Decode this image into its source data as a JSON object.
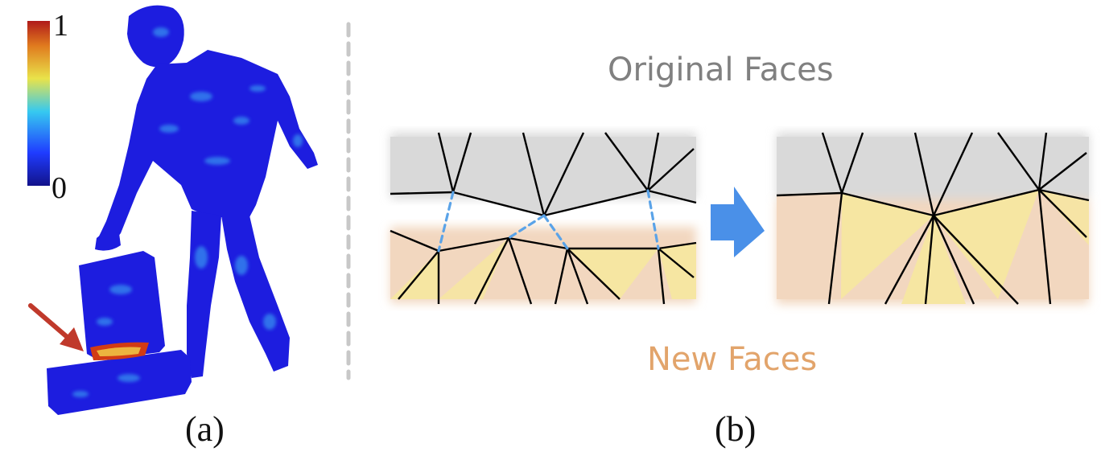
{
  "panels": {
    "a_label": "(a)",
    "b_label": "(b)"
  },
  "colorbar": {
    "max_label": "1",
    "min_label": "0",
    "colors": [
      "#12128a",
      "#1f3cff",
      "#36c9f0",
      "#e9e34a",
      "#e07a1e",
      "#b01a1a"
    ]
  },
  "diagram": {
    "top_label": "Original Faces",
    "bottom_label": "New Faces",
    "top_label_color": "#808080",
    "bottom_label_color": "#e2a46b",
    "original_face_color": "#d9d9d9",
    "new_face_colors": [
      "#f2d7bf",
      "#f6e6a2"
    ],
    "dashed_edge_color": "#5aa3e8",
    "arrow_color": "#4a90e8",
    "pointer_arrow_color": "#c0392b",
    "mesh_blue": "#1d1ddf"
  }
}
